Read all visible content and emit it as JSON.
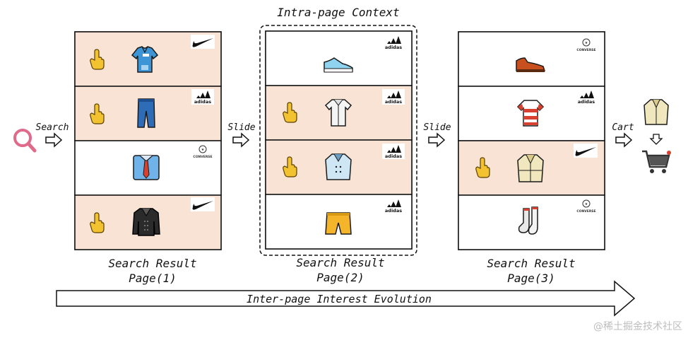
{
  "diagram": {
    "context_title": "Intra-page Context",
    "search_label": "Search",
    "slide_label_1": "Slide",
    "slide_label_2": "Slide",
    "cart_label": "Cart",
    "evolution_label": "Inter-page Interest Evolution",
    "watermark": "@稀土掘金技术社区"
  },
  "pages": [
    {
      "caption_line1": "Search Result",
      "caption_line2": "Page(1)",
      "items": [
        {
          "item": "tshirt-icon",
          "brand": "nike",
          "clicked": true
        },
        {
          "item": "jeans-icon",
          "brand": "adidas",
          "clicked": true
        },
        {
          "item": "shirt-tie-icon",
          "brand": "converse",
          "clicked": false
        },
        {
          "item": "leather-jacket-icon",
          "brand": "nike",
          "clicked": true
        }
      ]
    },
    {
      "caption_line1": "Search Result",
      "caption_line2": "Page(2)",
      "items": [
        {
          "item": "sneaker-icon",
          "brand": "adidas",
          "clicked": false
        },
        {
          "item": "white-shirt-icon",
          "brand": "adidas",
          "clicked": true
        },
        {
          "item": "blue-coat-icon",
          "brand": "adidas",
          "clicked": true
        },
        {
          "item": "shorts-icon",
          "brand": "adidas",
          "clicked": false
        }
      ]
    },
    {
      "caption_line1": "Search Result",
      "caption_line2": "Page(3)",
      "items": [
        {
          "item": "shoe-icon",
          "brand": "converse",
          "clicked": false
        },
        {
          "item": "striped-shirt-icon",
          "brand": "adidas",
          "clicked": false
        },
        {
          "item": "trench-coat-icon",
          "brand": "nike",
          "clicked": true
        },
        {
          "item": "socks-icon",
          "brand": "converse",
          "clicked": false
        }
      ]
    }
  ],
  "brands": {
    "adidas": "adidas",
    "converse": "CONVERSE"
  },
  "colors": {
    "clicked_row": "#f8e3d4",
    "search_icon": "#e06a8a",
    "hand_icon": "#f2c230"
  }
}
